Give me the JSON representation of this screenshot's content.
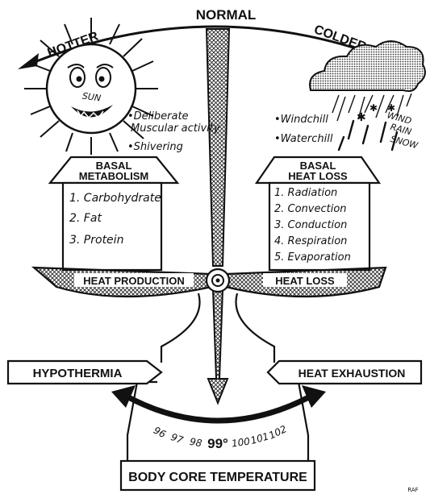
{
  "scale": {
    "top_label": "NORMAL",
    "left_arrow_label": "HOTTER",
    "right_arrow_label": "COLDER"
  },
  "sun": {
    "face_text": "SUN",
    "bullets": [
      "•Deliberate",
      "Muscular activity",
      "•Shivering"
    ]
  },
  "weather": {
    "bullets": [
      "•Windchill",
      "•Waterchill"
    ],
    "labels": [
      "WIND",
      "RAIN",
      "SNOW"
    ]
  },
  "left_pan": {
    "title": [
      "BASAL",
      "METABOLISM"
    ],
    "items": [
      "1. Carbohydrate",
      "2. Fat",
      "3. Protein"
    ],
    "beam_label": "HEAT PRODUCTION"
  },
  "right_pan": {
    "title": [
      "BASAL",
      "HEAT LOSS"
    ],
    "items": [
      "1. Radiation",
      "2. Convection",
      "3. Conduction",
      "4. Respiration",
      "5. Evaporation"
    ],
    "beam_label": "HEAT LOSS"
  },
  "states": {
    "left": "HYPOTHERMIA",
    "right": "HEAT EXHAUSTION"
  },
  "gauge": {
    "ticks": [
      "96",
      "97",
      "98",
      "99°",
      "100",
      "101",
      "102"
    ],
    "normal_tick": "99°"
  },
  "base_label": "BODY CORE TEMPERATURE",
  "signature": "RAF"
}
